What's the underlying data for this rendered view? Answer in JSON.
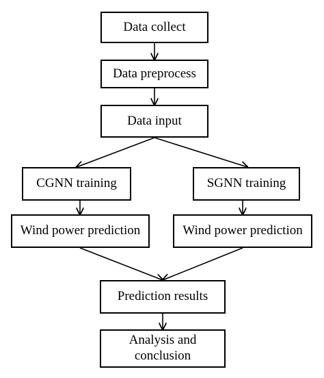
{
  "nodes": {
    "data_collect": "Data collect",
    "data_preprocess": "Data preprocess",
    "data_input": "Data input",
    "cgnn_training": "CGNN training",
    "sgnn_training": "SGNN training",
    "wind_pred_left": "Wind power prediction",
    "wind_pred_right": "Wind power prediction",
    "prediction_results": "Prediction results",
    "analysis_line1": "Analysis and",
    "analysis_line2": "conclusion"
  },
  "edges": [
    [
      "data_collect",
      "data_preprocess"
    ],
    [
      "data_preprocess",
      "data_input"
    ],
    [
      "data_input",
      "cgnn_training"
    ],
    [
      "data_input",
      "sgnn_training"
    ],
    [
      "cgnn_training",
      "wind_pred_left"
    ],
    [
      "sgnn_training",
      "wind_pred_right"
    ],
    [
      "wind_pred_left",
      "prediction_results"
    ],
    [
      "wind_pred_right",
      "prediction_results"
    ],
    [
      "prediction_results",
      "analysis_conclusion"
    ]
  ],
  "colors": {
    "stroke": "#000000",
    "background": "#ffffff"
  }
}
